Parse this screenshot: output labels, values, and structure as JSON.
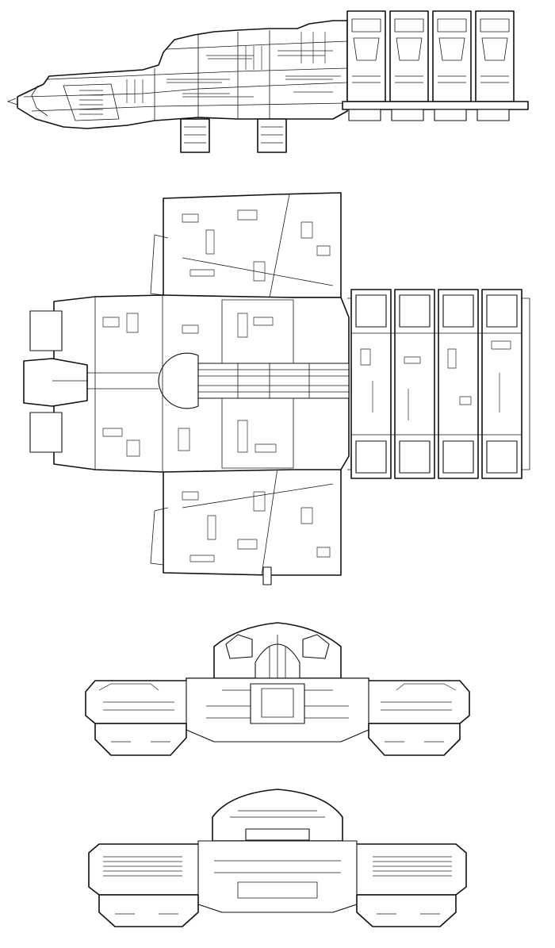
{
  "drawing": {
    "subject": "starship",
    "views": [
      {
        "id": "side",
        "label": ""
      },
      {
        "id": "top",
        "label": ""
      },
      {
        "id": "front",
        "label": ""
      },
      {
        "id": "rear",
        "label": ""
      }
    ],
    "cargo_pod_count": 4,
    "line_color": "#111111",
    "paper_color": "#ffffff"
  }
}
